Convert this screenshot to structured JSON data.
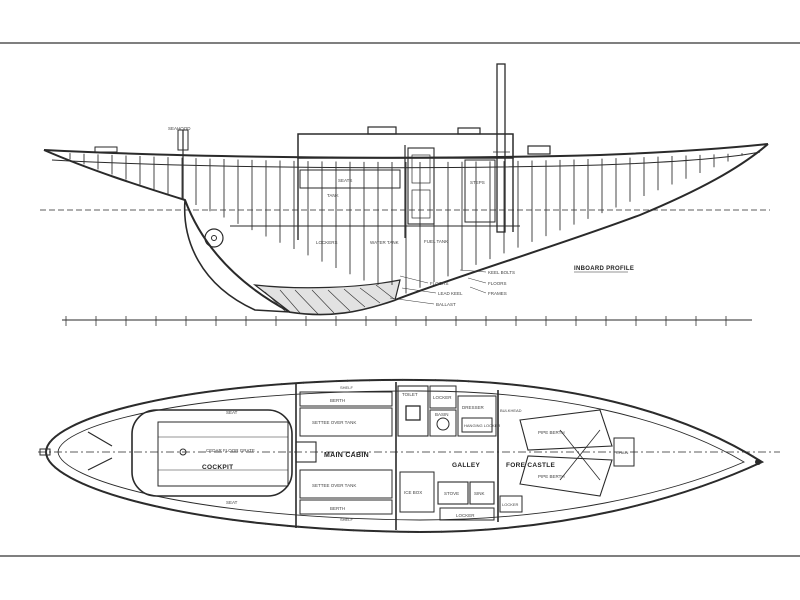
{
  "profile": {
    "title": "INBOARD PROFILE",
    "top_callouts": [
      "SEAHOOD",
      "SEATS",
      "TANK",
      "STEPS"
    ],
    "bulkhead_labels": [
      "LOCKERS",
      "WATER TANK",
      "FUEL TANK"
    ],
    "ballast_callouts": [
      "FLOORS",
      "LEAD KEEL",
      "BALLAST",
      "KEEL BOLTS",
      "FLOORS",
      "FRAMES"
    ]
  },
  "plan": {
    "compartments": {
      "cockpit": "COCKPIT",
      "main_cabin": "MAIN CABIN",
      "galley": "GALLEY",
      "fore_castle": "FORE CASTLE"
    },
    "labels": {
      "cockpit_seat_top": "SEAT",
      "cockpit_seat_bottom": "SEAT",
      "cockpit_floor": "CEDAR FLOOR GRATE",
      "bunk_upper": "BERTH",
      "bunk_lower": "BERTH",
      "shelf_upper": "SHELF",
      "shelf_lower": "SHELF",
      "settee_upper": "SETTEE OVER TANK",
      "settee_lower": "SETTEE OVER TANK",
      "locker_1": "LOCKER",
      "locker_2": "LOCKER",
      "locker_3": "LOCKER",
      "toilet": "TOILET",
      "basin": "BASIN",
      "stove": "STOVE",
      "sink": "SINK",
      "icebox": "ICE BOX",
      "dresser": "DRESSER",
      "hanging": "HANGING LOCKER",
      "chain": "CHAIN",
      "bulkhead": "BULKHEAD",
      "pipe_berth_upper": "PIPE BERTH",
      "pipe_berth_lower": "PIPE BERTH"
    }
  },
  "colors": {
    "ink": "#2a2a2a",
    "paper": "#ffffff"
  }
}
